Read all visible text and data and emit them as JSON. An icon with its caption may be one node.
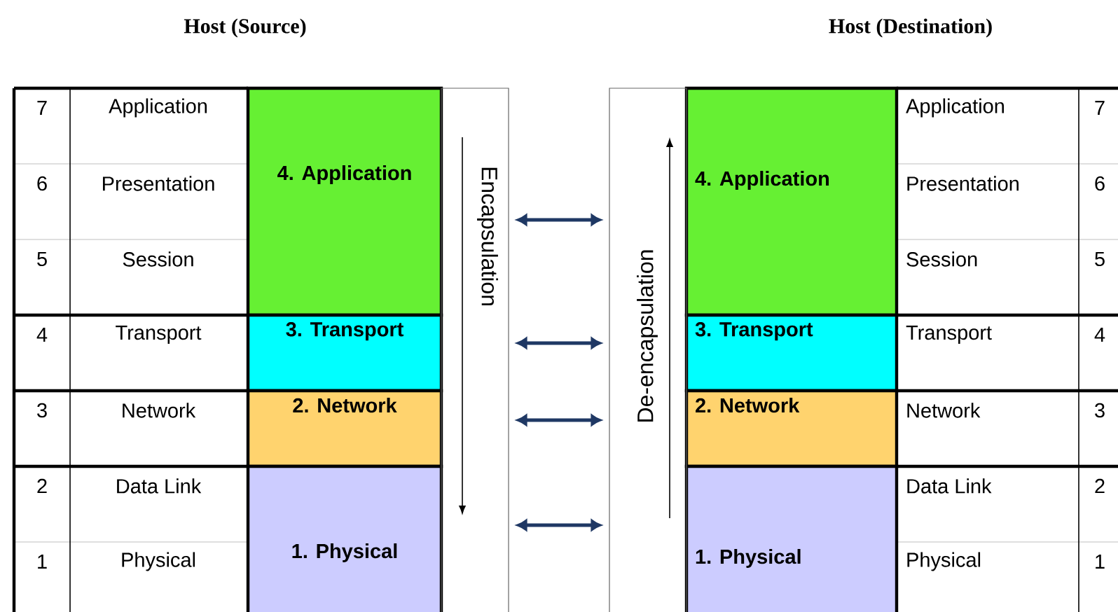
{
  "diagram": {
    "nodes": [
      {
        "text": [
          "4. Application"
        ]
      },
      {
        "text": [
          "3. Transport"
        ]
      },
      {
        "text": [
          "2. Network"
        ]
      },
      {
        "text": [
          "1. Physical"
        ]
      },
      {
        "text": [
          "Encapsulation"
        ]
      },
      {
        "text": [
          "De-encapsulation"
        ]
      },
      {
        "text": [
          "4. Application"
        ]
      },
      {
        "text": [
          "3. Transport"
        ]
      },
      {
        "text": [
          "2. Network"
        ]
      },
      {
        "text": [
          "1. Physical"
        ]
      }
    ],
    "edges": [
      {
        "from": 4,
        "to": 5,
        "arrow": "both"
      },
      {
        "from": 4,
        "to": 5,
        "arrow": "both"
      },
      {
        "from": 4,
        "to": 5,
        "arrow": "both"
      },
      {
        "from": 4,
        "to": 5,
        "arrow": "both"
      }
    ],
    "labels": [
      "Host (Source)",
      "Host (Destination)",
      "7",
      "Application",
      "Application",
      "7",
      "6",
      "Presentation",
      "Presentation",
      "6",
      "5",
      "Session",
      "Session",
      "5",
      "4",
      "Transport",
      "Transport",
      "4",
      "3",
      "Network",
      "Network",
      "3",
      "2",
      "Data Link",
      "Data Link",
      "2",
      "1",
      "Physical",
      "Physical",
      "1"
    ]
  }
}
